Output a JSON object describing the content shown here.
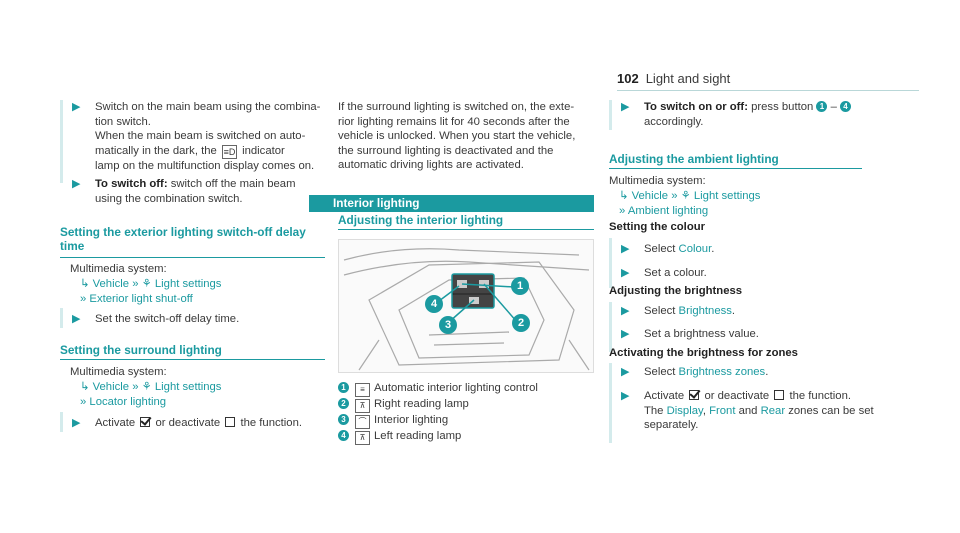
{
  "header": {
    "page_number": "102",
    "section": "Light and sight"
  },
  "col1": {
    "step1_lines": [
      "Switch on the main beam using the combina-",
      "tion switch.",
      "When the main beam is switched on auto-",
      "matically in the dark, the",
      "indicator",
      "lamp on the multifunction display comes on."
    ],
    "step2_bold": "To switch off:",
    "step2_lines": [
      "switch off the main beam",
      "using the combination switch."
    ],
    "h_delay": [
      "Setting the exterior lighting switch-off delay",
      "time"
    ],
    "multimedia": "Multimedia system:",
    "vehicle": "Vehicle",
    "light_settings": "Light settings",
    "exterior_shutoff": "Exterior light shut-off",
    "step3": "Set the switch-off delay time.",
    "h_surround": "Setting the surround lighting",
    "locator": "Locator lighting",
    "activate": "Activate",
    "or_deactivate": "or deactivate",
    "the_function": "the function."
  },
  "col2": {
    "intro_lines": [
      "If the surround lighting is switched on, the exte-",
      "rior lighting remains lit for 40 seconds after the",
      "vehicle is unlocked. When you start the vehicle,",
      "the surround lighting is deactivated and the",
      "automatic driving lights are activated."
    ],
    "banner": "Interior lighting",
    "h_adjust": "Adjusting the interior lighting",
    "legend": [
      {
        "n": "1",
        "sym": "≡",
        "text": "Automatic interior lighting control"
      },
      {
        "n": "2",
        "sym": "⊼",
        "text": "Right reading lamp"
      },
      {
        "n": "3",
        "sym": "⌒",
        "text": "Interior lighting"
      },
      {
        "n": "4",
        "sym": "⊼",
        "text": "Left reading lamp"
      }
    ]
  },
  "col3": {
    "step_bold": "To switch on or off:",
    "step_text": "press button",
    "num_from": "1",
    "dash": "–",
    "num_to": "4",
    "accordingly": "accordingly.",
    "h_ambient": "Adjusting the ambient lighting",
    "multimedia": "Multimedia system:",
    "vehicle": "Vehicle",
    "light_settings": "Light settings",
    "ambient": "Ambient lighting",
    "sub_colour": "Setting the colour",
    "select": "Select",
    "colour": "Colour",
    "set_colour": "Set a colour.",
    "sub_brightness": "Adjusting the brightness",
    "brightness": "Brightness",
    "set_brightness": "Set a brightness value.",
    "sub_zones": "Activating the brightness for zones",
    "brightness_zones": "Brightness zones",
    "activate": "Activate",
    "or_deactivate": "or deactivate",
    "the_function": "the function.",
    "the": "The",
    "display": "Display",
    "front": "Front",
    "and": "and",
    "rear": "Rear",
    "zones_tail": "zones can be set",
    "separately": "separately."
  }
}
